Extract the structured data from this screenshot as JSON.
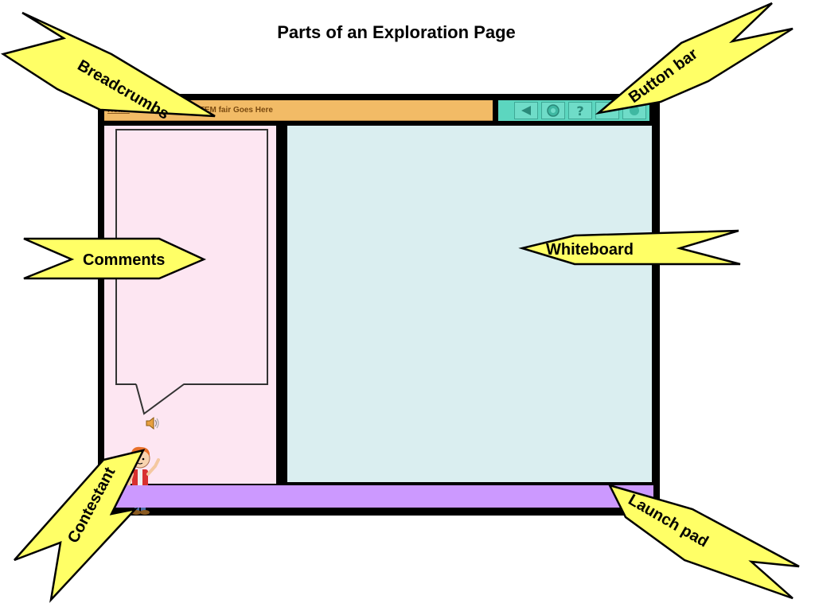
{
  "title": "Parts of an Exploration Page",
  "breadcrumb": {
    "home": "Home",
    "trail": ">> Stage of the STEM fair Goes Here"
  },
  "button_bar": {
    "icons": [
      "back-arrow-icon",
      "disc-icon",
      "help-icon",
      "blank-icon",
      "round-icon"
    ],
    "help_glyph": "?"
  },
  "callouts": {
    "breadcrumbs": "Breadcrumbs",
    "button_bar": "Button bar",
    "comments": "Comments",
    "whiteboard": "Whiteboard",
    "contestant": "Contestant",
    "launch_pad": "Launch pad"
  },
  "colors": {
    "callout_fill": "#ffff66",
    "breadcrumb_bar": "#f2bb66",
    "button_bar": "#5cd6bf",
    "comments_panel": "#fde6f2",
    "whiteboard": "#daeef0",
    "launch_pad": "#cc99ff",
    "frame": "#000000"
  }
}
